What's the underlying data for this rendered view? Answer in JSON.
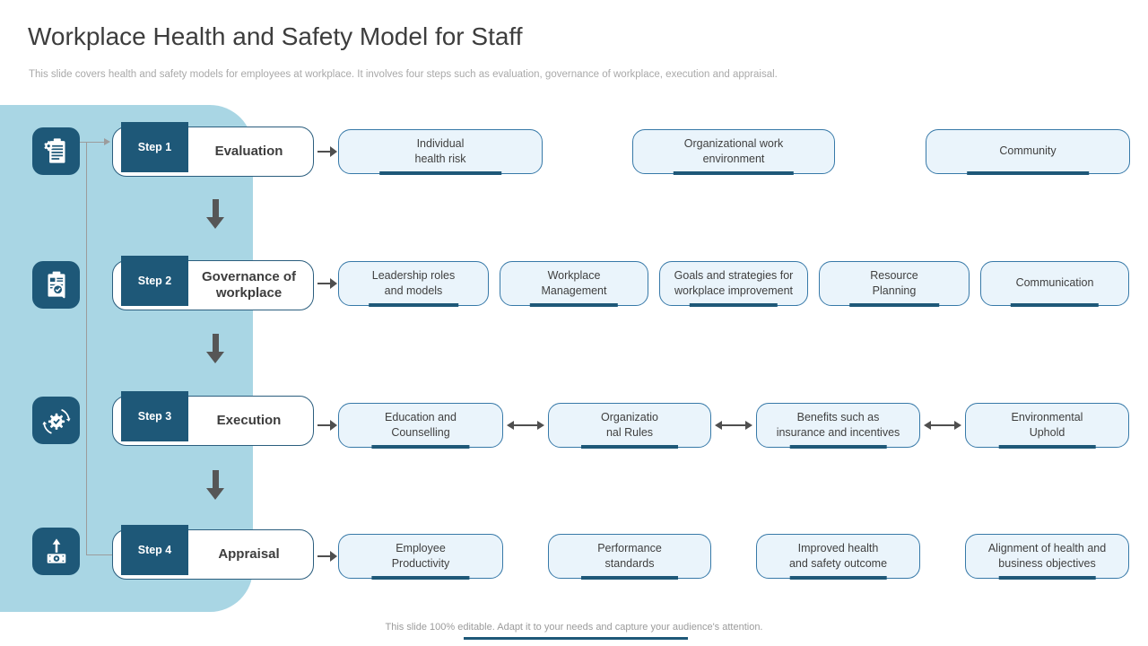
{
  "slide": {
    "title": "Workplace Health and Safety Model for Staff",
    "subtitle": "This slide covers health and safety models for employees at workplace. It involves four steps such as evaluation, governance of workplace, execution and appraisal.",
    "footer": "This slide 100% editable. Adapt it to your needs and capture your audience's attention."
  },
  "colors": {
    "navy": "#1E5878",
    "sky": "#A9D6E4",
    "item_fill": "#EAF4FB",
    "item_border": "#3779A8",
    "arrow": "#4F4F4F",
    "connector": "#9C9C9C",
    "title": "#3D3D3D",
    "muted": "#A9A9A9",
    "text": "#3F3F3F"
  },
  "steps": [
    {
      "label": "Step 1",
      "name": "Evaluation",
      "icon": "clipboard-gear-icon",
      "items": [
        "Individual\nhealth risk",
        "Organizational work\nenvironment",
        "Community"
      ]
    },
    {
      "label": "Step 2",
      "name": "Governance of\nworkplace",
      "icon": "clipboard-search-icon",
      "items": [
        "Leadership roles\nand models",
        "Workplace\nManagement",
        "Goals and strategies for\nworkplace improvement",
        "Resource\nPlanning",
        "Communication"
      ]
    },
    {
      "label": "Step 3",
      "name": "Execution",
      "icon": "gear-sync-icon",
      "items": [
        "Education and\nCounselling",
        "Organizatio\nnal Rules",
        "Benefits such as\ninsurance and incentives",
        "Environmental\nUphold"
      ]
    },
    {
      "label": "Step 4",
      "name": "Appraisal",
      "icon": "money-growth-icon",
      "items": [
        "Employee\nProductivity",
        "Performance\nstandards",
        "Improved health\nand safety outcome",
        "Alignment of health and\nbusiness objectives"
      ]
    }
  ]
}
